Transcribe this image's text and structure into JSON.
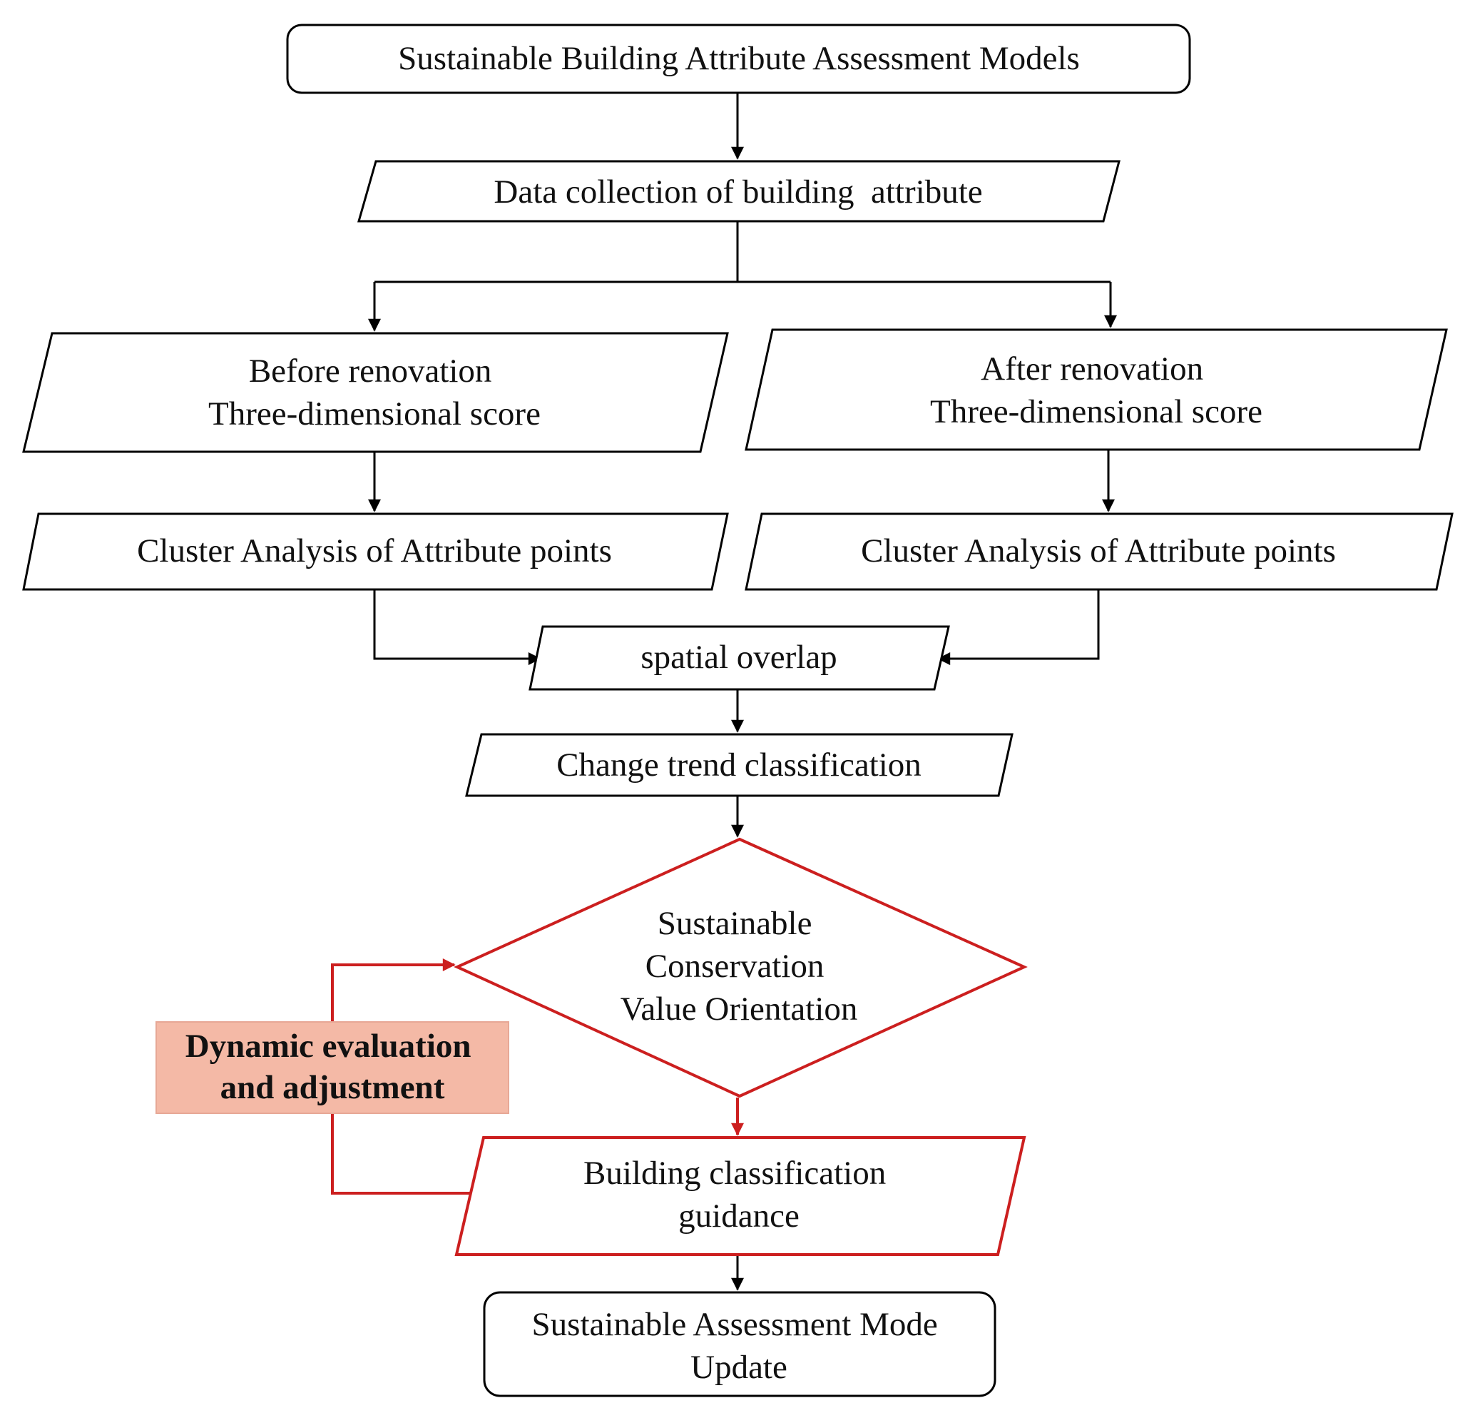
{
  "diagram": {
    "colors": {
      "line": "#000000",
      "highlight": "#cc1f1f",
      "label_fill": "#f4b9a6"
    },
    "nodes": {
      "assessment_models": {
        "shape": "rounded-rectangle",
        "lines": [
          "Sustainable Building Attribute Assessment Models"
        ]
      },
      "data_collection": {
        "shape": "parallelogram",
        "lines": [
          "Data collection of building  attribute"
        ]
      },
      "before_renovation": {
        "shape": "parallelogram",
        "lines": [
          "Before renovation",
          "Three-dimensional score"
        ]
      },
      "after_renovation": {
        "shape": "parallelogram",
        "lines": [
          "After renovation",
          "Three-dimensional score"
        ]
      },
      "cluster_before": {
        "shape": "parallelogram",
        "lines": [
          "Cluster Analysis of Attribute points"
        ]
      },
      "cluster_after": {
        "shape": "parallelogram",
        "lines": [
          "Cluster Analysis of Attribute points"
        ]
      },
      "spatial_overlap": {
        "shape": "parallelogram",
        "lines": [
          "spatial overlap"
        ]
      },
      "change_trend": {
        "shape": "parallelogram",
        "lines": [
          "Change trend classification"
        ]
      },
      "value_orientation": {
        "shape": "diamond",
        "lines": [
          "Sustainable",
          "Conservation",
          "Value Orientation"
        ]
      },
      "classification_guidance": {
        "shape": "parallelogram",
        "lines": [
          "Building classification",
          "guidance"
        ]
      },
      "mode_update": {
        "shape": "rounded-rectangle",
        "lines": [
          "Sustainable Assessment Mode",
          "Update"
        ]
      },
      "dynamic_evaluation": {
        "shape": "filled-label",
        "lines": [
          "Dynamic evaluation",
          "and adjustment"
        ]
      }
    }
  }
}
